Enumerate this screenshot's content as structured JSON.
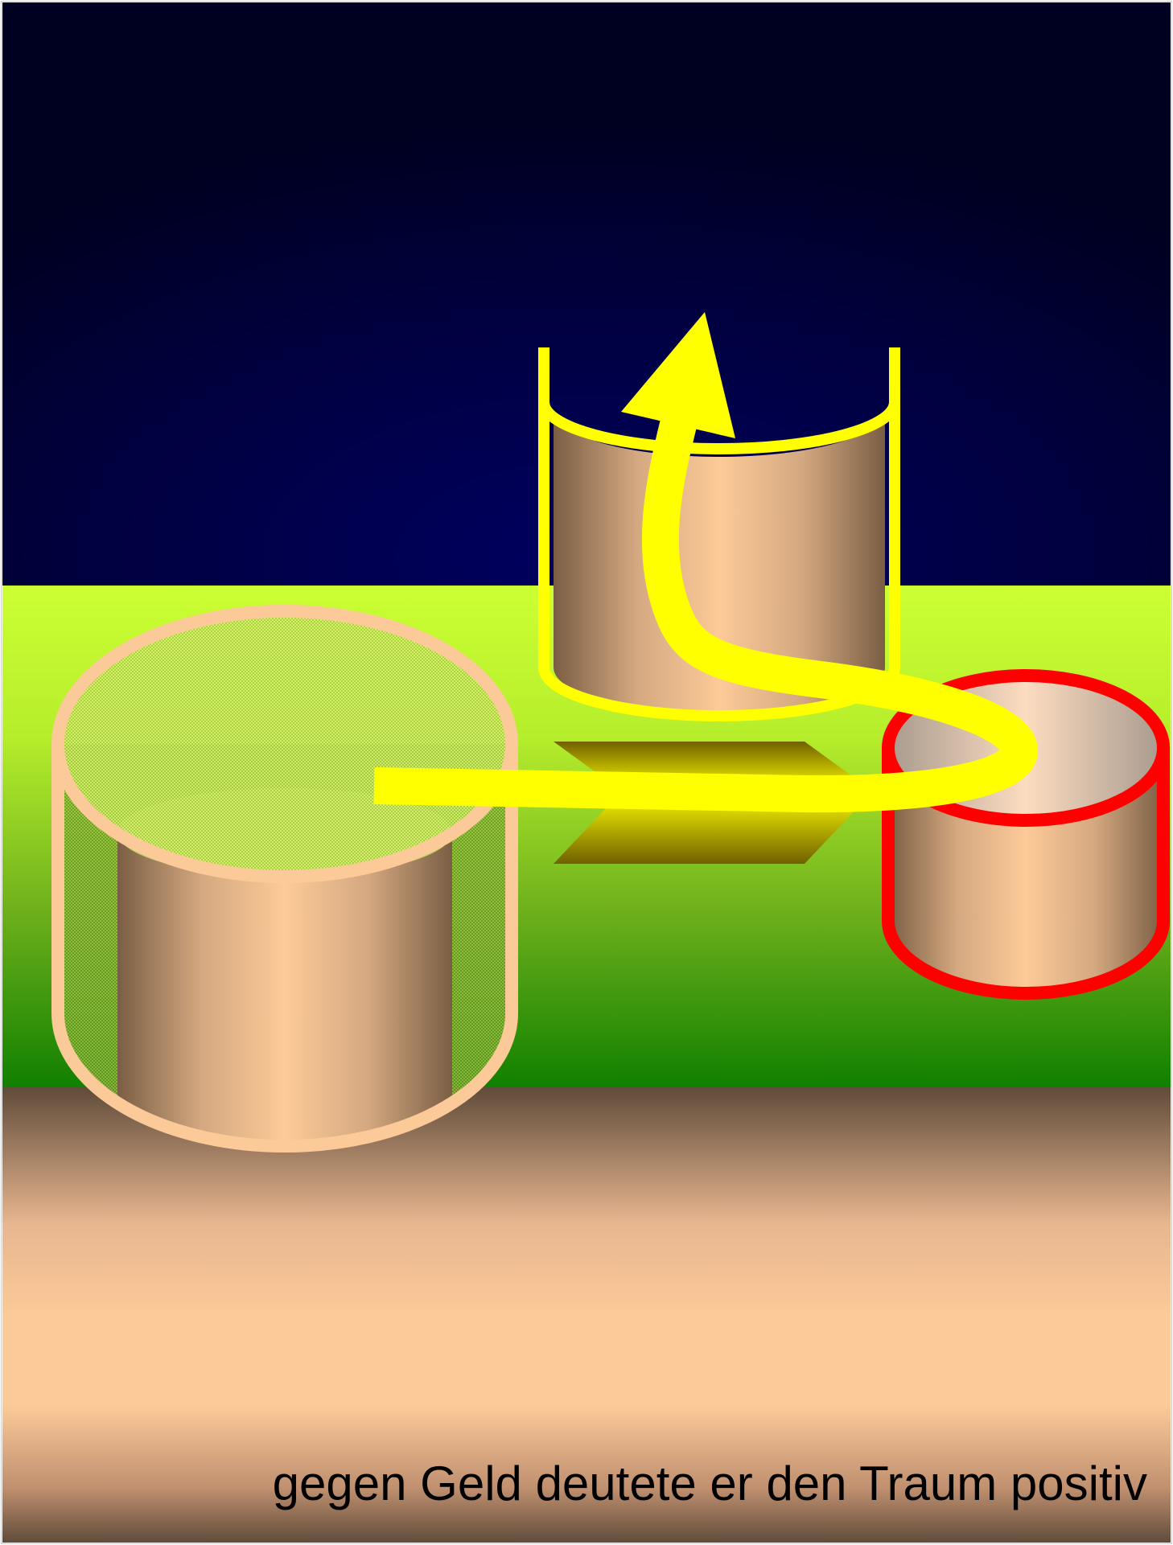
{
  "caption": "gegen Geld deutete er den Traum positiv",
  "colors": {
    "sky_dark": "#000022",
    "sky_mid": "#000055",
    "grass_top": "#ccff33",
    "grass_bottom": "#118000",
    "ground_dark": "#604c3a",
    "ground_light": "#fcc998",
    "cylinder_edge": "#7a5e44",
    "cylinder_center": "#fdca98",
    "arrow_yellow": "#ffff00",
    "ring_peach": "#fcc998",
    "ring_red": "#ff0000",
    "bridge_olive": "#7a7000"
  },
  "objects": [
    "large-open-cylinder",
    "small-raised-cylinder",
    "red-rimmed-cylinder",
    "double-chevron-bridge",
    "winding-yellow-arrow"
  ]
}
